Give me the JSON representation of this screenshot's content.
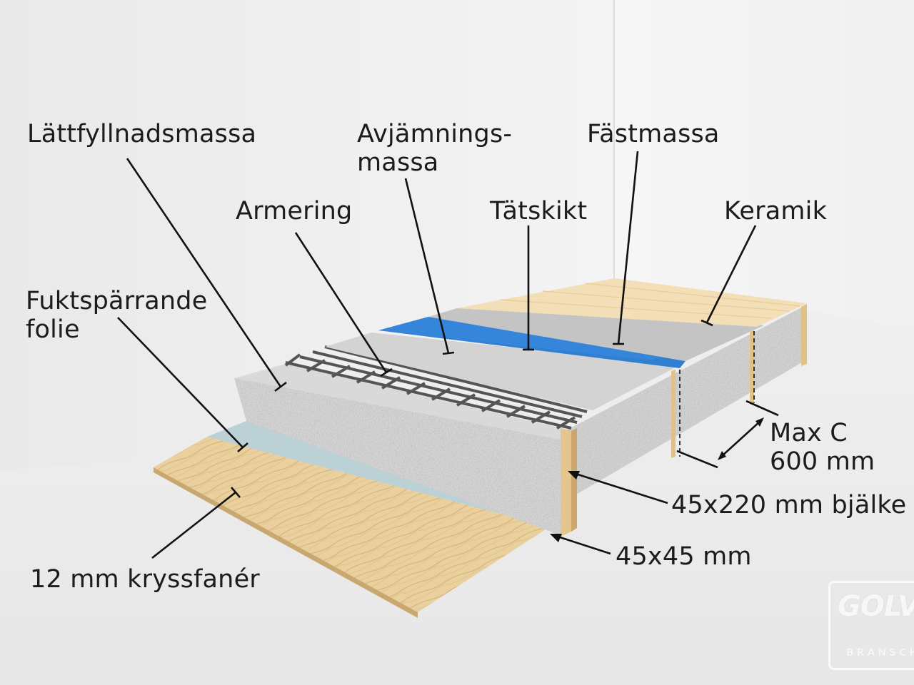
{
  "labels": {
    "lattfyllnadsmassa": "Lättfyllnadsmassa",
    "avjamnings_line1": "Avjämnings-",
    "avjamnings_line2": "massa",
    "fastmassa": "Fästmassa",
    "armering": "Armering",
    "tatskikt": "Tätskikt",
    "keramik": "Keramik",
    "fukt_line1": "Fuktspärrande",
    "fukt_line2": "folie",
    "maxc_line1": "Max C",
    "maxc_line2": "600 mm",
    "bjalke": "45x220 mm bjälke",
    "regel": "45x45 mm",
    "kryssfaner": "12 mm kryssfanér"
  },
  "logo": {
    "brand": "GOLV",
    "subtitle": "BRANSCHEN"
  },
  "colors": {
    "background": "#ebebeb",
    "wood": "#e8cf9a",
    "wood_grain": "#c9a46a",
    "foil": "#b9cfd4",
    "concrete": "#d6d6d6",
    "levelling": "#d3d3d3",
    "membrane": "#2f7fd0",
    "adhesive": "#c4c4c4",
    "ceramic": "#f2dfb8",
    "leader_line": "#111111"
  }
}
